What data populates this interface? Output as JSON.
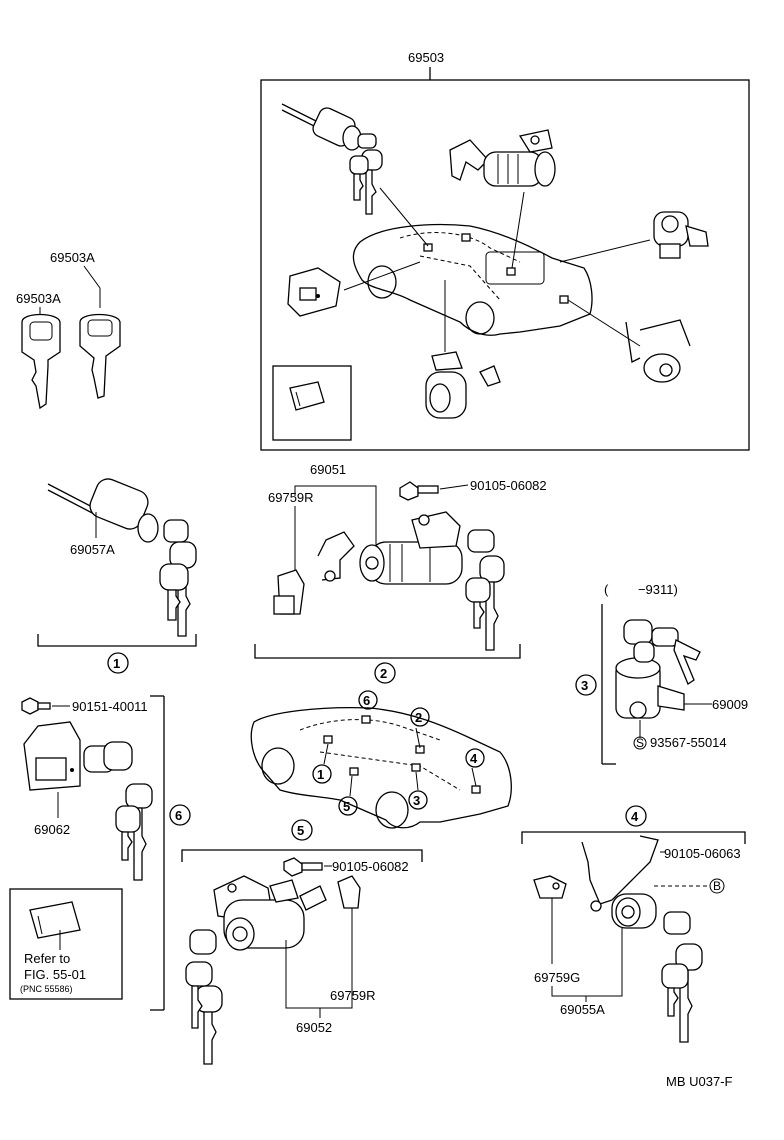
{
  "labels": {
    "kit_top": "69503",
    "key_a_1": "69503A",
    "key_a_2": "69503A",
    "ignition_cyl": "69057A",
    "door_set": "69051",
    "door_bracket_r": "69759R",
    "door_bolt": "90105-06082",
    "range_note": "(　　 −9311)",
    "glovebox_cyl": "69009",
    "glovebox_screw": "93567-55014",
    "lid_screw": "90151-40011",
    "lid_lock": "69062",
    "refer_text": "Refer to",
    "refer_fig": "FIG. 55-01",
    "refer_pnc": "(PNC 55586)",
    "rear_door_bolt": "90105-06082",
    "rear_bracket": "69759R",
    "rear_set": "69052",
    "trunk_bolt": "90105-06063",
    "trunk_bracket": "69759G",
    "trunk_set": "69055A",
    "footer_code": "MB U037-F"
  },
  "callouts": {
    "c1": "1",
    "c2": "2",
    "c3": "3",
    "c4": "4",
    "c5": "5",
    "c6": "6",
    "car_1": "1",
    "car_2": "2",
    "car_3": "3",
    "car_4": "4",
    "car_5": "5",
    "car_6": "6",
    "s_mark": "S",
    "b_mark": "B"
  },
  "colors": {
    "line": "#000000",
    "background": "#ffffff"
  },
  "icons": [
    "key-icon",
    "lock-cylinder-icon",
    "car-icon",
    "bolt-icon",
    "bracket-icon"
  ]
}
